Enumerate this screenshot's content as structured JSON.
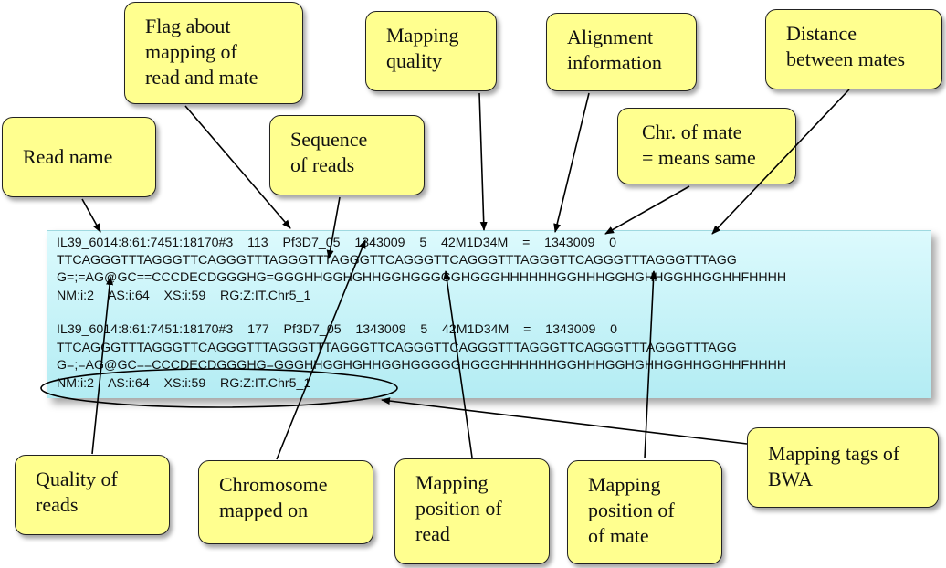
{
  "callouts": {
    "read_name": "Read name",
    "flag": "Flag about\nmapping of\nread and mate",
    "sequence": "Sequence\nof reads",
    "mapping_quality": "Mapping\nquality",
    "alignment_info": "Alignment\ninformation",
    "mate_chr": "Chr. of mate\n= means same",
    "mate_distance": "Distance\nbetween mates",
    "quality": "Quality of\nreads",
    "chromosome": "Chromosome\nmapped  on",
    "position_read": "Mapping\nposition of\nread",
    "position_mate": "Mapping\nposition   of\nof mate",
    "tags": "Mapping tags of\nBWA"
  },
  "records": [
    {
      "header": "IL39_6014:8:61:7451:18170#3    113    Pf3D7_05    1343009    5    42M1D34M    =    1343009    0",
      "sequence": "TTCAGGGTTTAGGGTTCAGGGTTTAGGGTTTAGGGTTCAGGGTTCAGGGTTTAGGGTTCAGGGTTTAGGGTTTAGG",
      "quality": "G=;=AG@GC==CCCDECDGGGHG=GGGHHGGHGHHGGHGGGGGHGGGHHHHHHGGHHHGGHGHHGGHHGGHHFHHHH",
      "tags": "NM:i:2    AS:i:64    XS:i:59    RG:Z:IT.Chr5_1"
    },
    {
      "header": "IL39_6014:8:61:7451:18170#3    177    Pf3D7_05    1343009    5    42M1D34M    =    1343009    0",
      "sequence": "TTCAGGGTTTAGGGTTCAGGGTTTAGGGTTTAGGGTTCAGGGTTCAGGGTTTAGGGTTCAGGGTTTAGGGTTTAGG",
      "quality": "G=;=AG@GC==CCCDECDGGGHG=GGGHHGGHGHHGGHGGGGGHGGGHHHHHHGGHHHGGHGHHGGHHGGHHFHHHH",
      "tags": "NM:i:2    AS:i:64    XS:i:59    RG:Z:IT.Chr5_1"
    }
  ],
  "colors": {
    "callout_fill": "#ffff8f",
    "panel_top": "#dcfafd",
    "panel_bottom": "#b3ecf3",
    "arrow": "#000000"
  }
}
